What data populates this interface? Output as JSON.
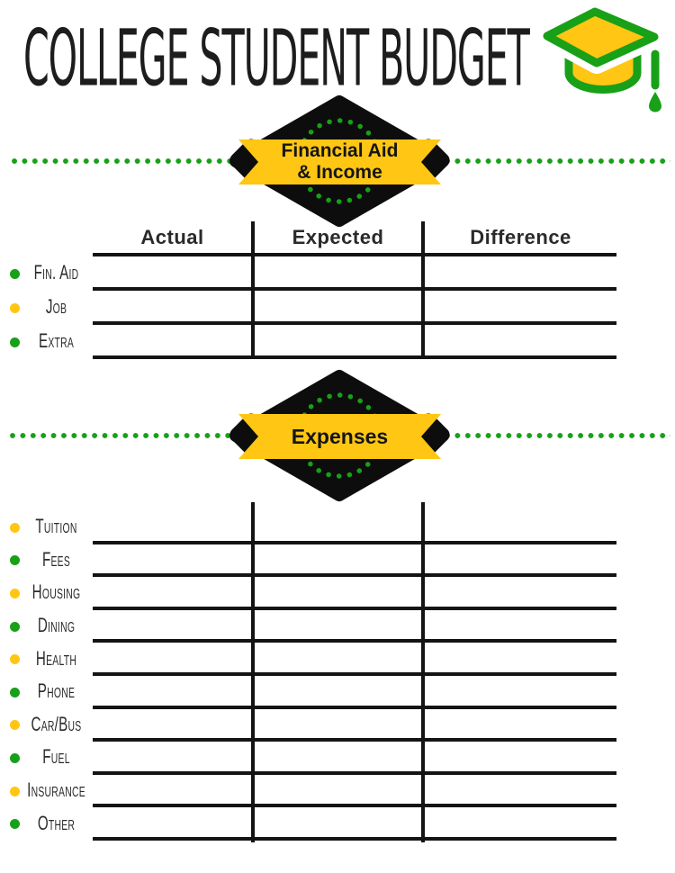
{
  "title": "COLLEGE STUDENT BUDGET",
  "icons": {
    "header": "graduation-cap-icon"
  },
  "palette": {
    "green": "#18A018",
    "yellow": "#FFC613",
    "diamond_black": "#0d0d0d",
    "line_black": "#141414",
    "text_dark": "#2b2b2b"
  },
  "sections": {
    "income": {
      "banner_line1": "Financial Aid",
      "banner_line2": "& Income"
    },
    "expenses": {
      "banner_label": "Expenses"
    }
  },
  "income_table": {
    "headers": [
      "Actual",
      "Expected",
      "Difference"
    ],
    "rows": [
      {
        "label": "Fin. Aid",
        "bullet": "green"
      },
      {
        "label": "Job",
        "bullet": "yellow"
      },
      {
        "label": "Extra",
        "bullet": "green"
      }
    ]
  },
  "expenses_table": {
    "rows": [
      {
        "label": "Tuition",
        "bullet": "yellow"
      },
      {
        "label": "Fees",
        "bullet": "green"
      },
      {
        "label": "Housing",
        "bullet": "yellow"
      },
      {
        "label": "Dining",
        "bullet": "green"
      },
      {
        "label": "Health",
        "bullet": "yellow"
      },
      {
        "label": "Phone",
        "bullet": "green"
      },
      {
        "label": "Car/Bus",
        "bullet": "yellow"
      },
      {
        "label": "Fuel",
        "bullet": "green"
      },
      {
        "label": "Insurance",
        "bullet": "yellow"
      },
      {
        "label": "Other",
        "bullet": "green"
      }
    ]
  }
}
